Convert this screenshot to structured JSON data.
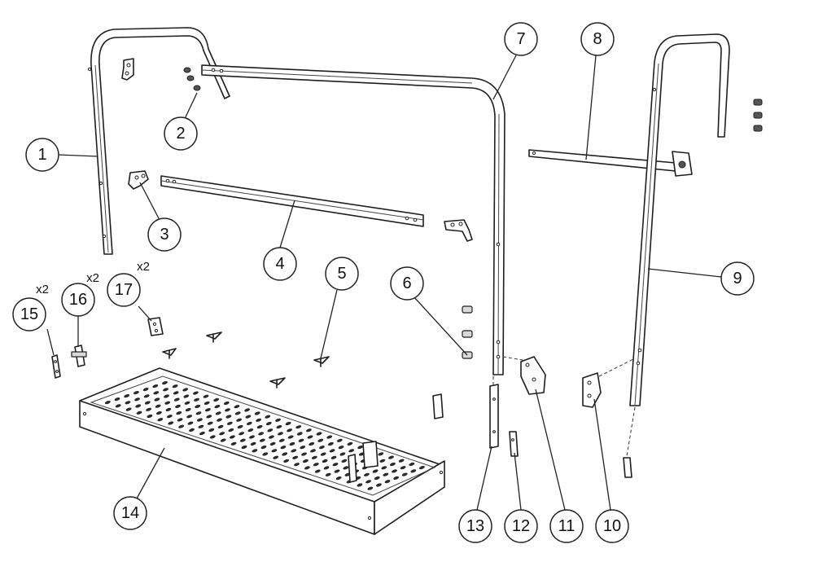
{
  "callouts": [
    {
      "id": "1",
      "label": "1"
    },
    {
      "id": "2",
      "label": "2"
    },
    {
      "id": "3",
      "label": "3"
    },
    {
      "id": "4",
      "label": "4"
    },
    {
      "id": "5",
      "label": "5"
    },
    {
      "id": "6",
      "label": "6"
    },
    {
      "id": "7",
      "label": "7"
    },
    {
      "id": "8",
      "label": "8"
    },
    {
      "id": "9",
      "label": "9"
    },
    {
      "id": "10",
      "label": "10"
    },
    {
      "id": "11",
      "label": "11"
    },
    {
      "id": "12",
      "label": "12"
    },
    {
      "id": "13",
      "label": "13"
    },
    {
      "id": "14",
      "label": "14"
    },
    {
      "id": "15",
      "label": "15",
      "qty": "x2"
    },
    {
      "id": "16",
      "label": "16",
      "qty": "x2"
    },
    {
      "id": "17",
      "label": "17",
      "qty": "x2"
    }
  ],
  "colors": {
    "line": "#1e1e1e",
    "background": "#ffffff"
  }
}
